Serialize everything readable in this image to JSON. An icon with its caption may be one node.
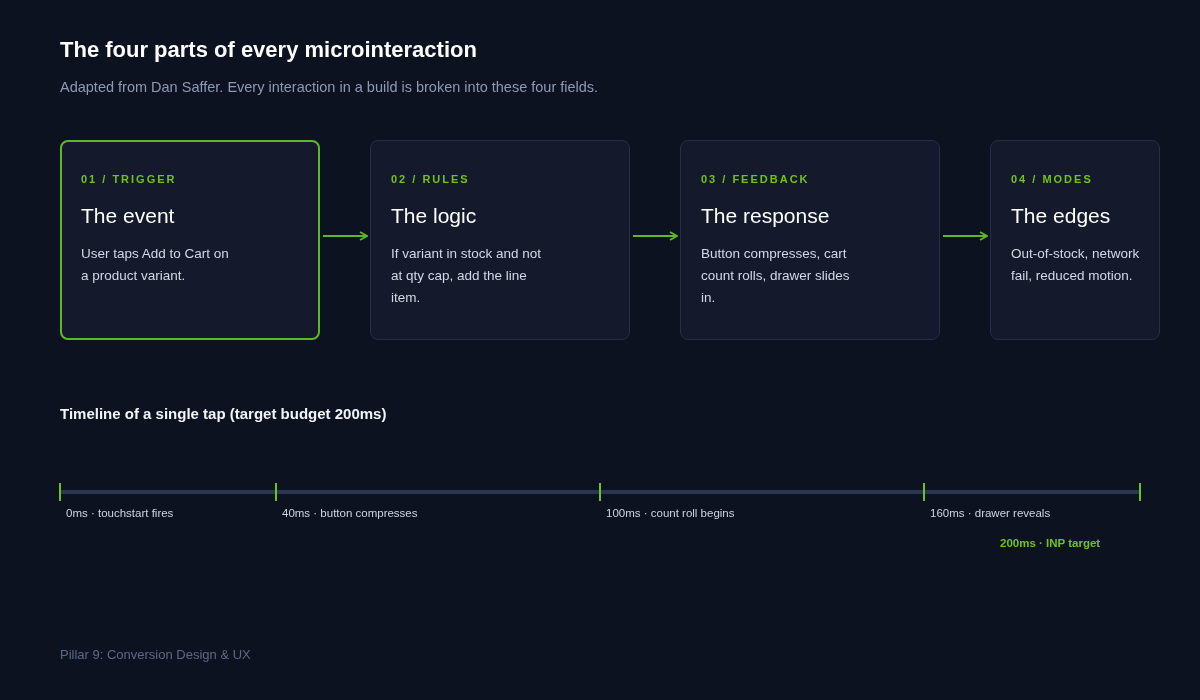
{
  "diagram": {
    "title": "The four parts of every microinteraction",
    "nodes": [
      {
        "text": [
          "01 / TRIGGER",
          "The event",
          "User taps Add to Cart on a product variant."
        ]
      },
      {
        "text": [
          "02 / RULES",
          "The logic",
          "If variant in stock and not at qty cap, add the line item."
        ]
      },
      {
        "text": [
          "03 / FEEDBACK",
          "The response",
          "Button compresses, cart count rolls, drawer slides in."
        ]
      },
      {
        "text": [
          "04 / MODES",
          "The edges",
          "Out-of-stock, network fail, reduced motion."
        ]
      }
    ],
    "edges": [
      {
        "from": 0,
        "to": 1,
        "arrow": "to"
      },
      {
        "from": 1,
        "to": 2,
        "arrow": "to"
      },
      {
        "from": 2,
        "to": 3,
        "arrow": "to"
      }
    ],
    "labels": [
      "Adapted from Dan Saffer. Every interaction in a build is broken into these four fields.",
      "Timeline of a single tap (target budget 200ms)",
      "0ms · touchstart fires",
      "40ms · button compresses",
      "100ms · count roll begins",
      "160ms · drawer reveals",
      "200ms · INP target",
      "Pillar 9: Conversion Design & UX"
    ]
  }
}
